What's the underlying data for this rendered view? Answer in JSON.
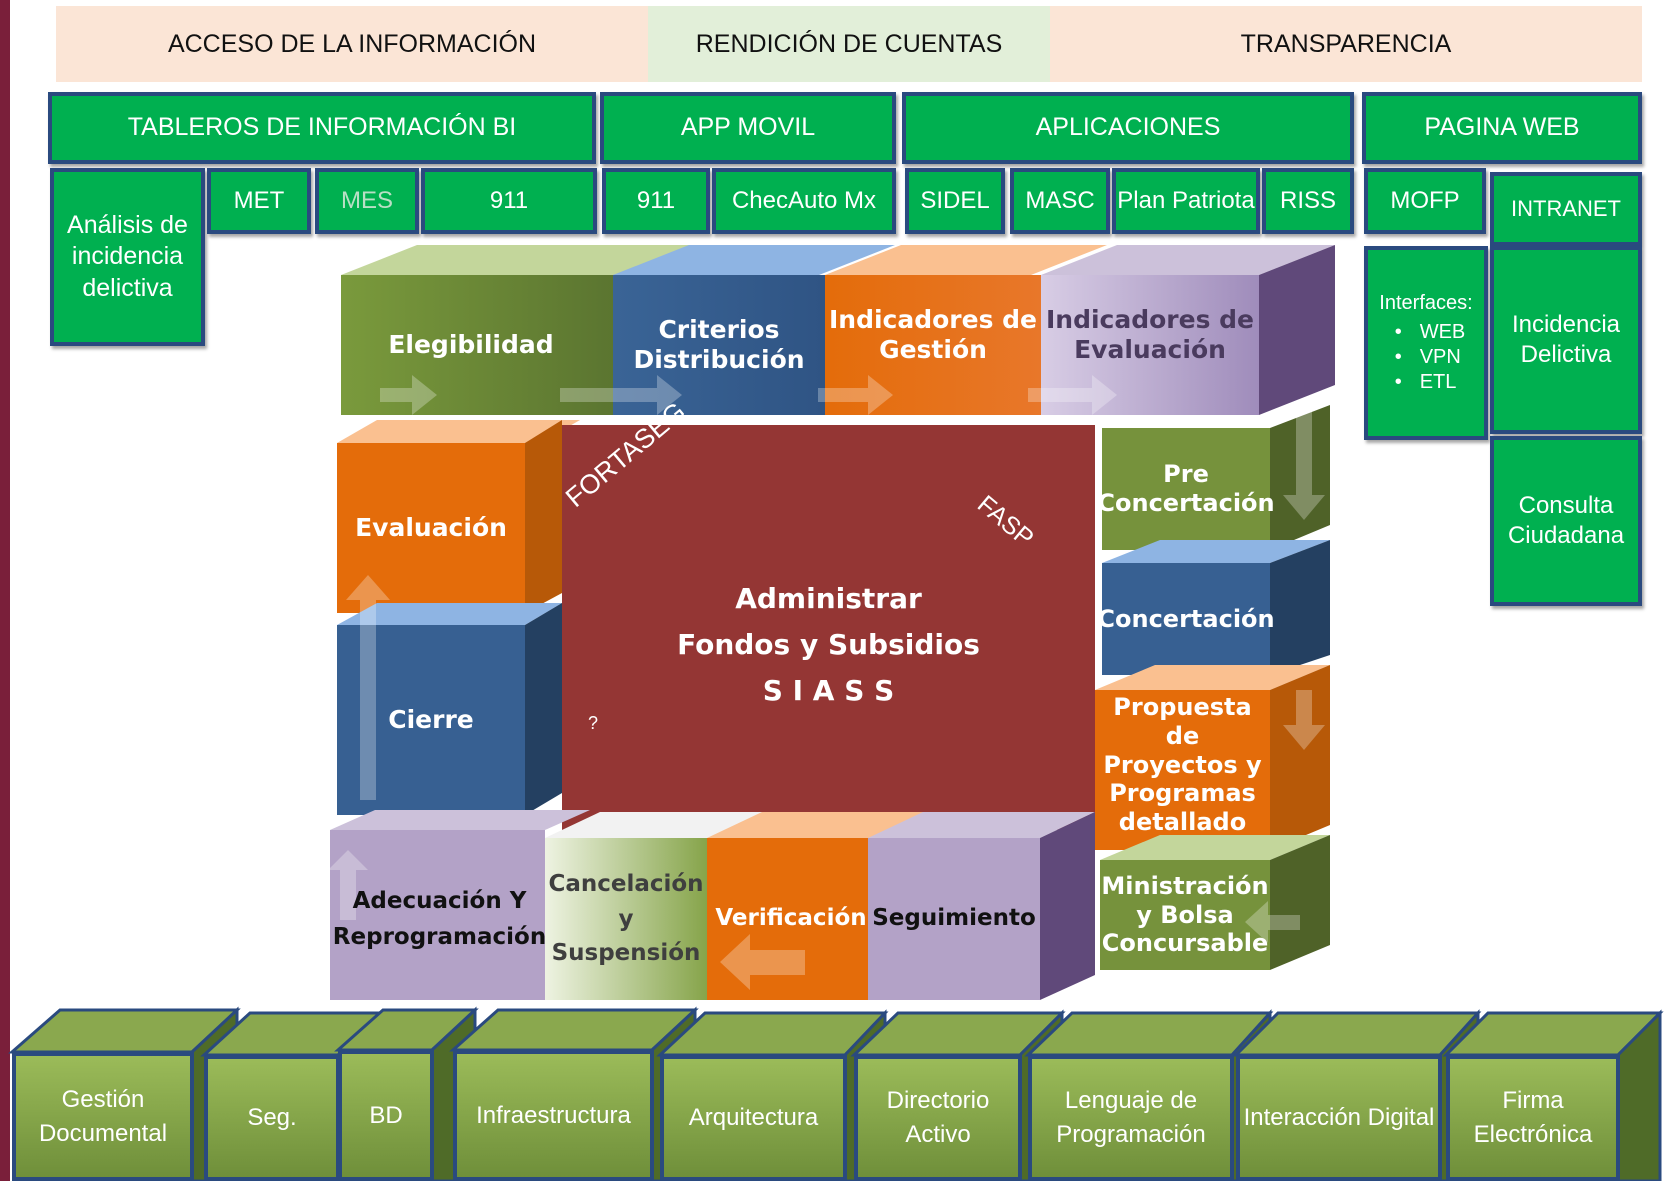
{
  "header": {
    "acceso": "ACCESO DE LA INFORMACIÓN",
    "rendicion": "RENDICIÓN DE CUENTAS",
    "transparencia": "TRANSPARENCIA"
  },
  "categories": {
    "tableros": "TABLEROS DE INFORMACIÓN BI",
    "app_movil": "APP MOVIL",
    "aplicaciones": "APLICACIONES",
    "pagina_web": "PAGINA WEB"
  },
  "subitems": {
    "analisis": "Análisis de incidencia delictiva",
    "met": "MET",
    "mes": "MES",
    "n911_bi": "911",
    "n911_app": "911",
    "checauto": "ChecAuto Mx",
    "sidel": "SIDEL",
    "masc": "MASC",
    "plan_patriota": "Plan Patriota",
    "riss": "RISS",
    "mofp": "MOFP",
    "intranet": "INTRANET"
  },
  "web_panel": {
    "interfaces_title": "Interfaces:",
    "interfaces": [
      "WEB",
      "VPN",
      "ETL"
    ],
    "incidencia": "Incidencia Delictiva",
    "consulta": "Consulta Ciudadana"
  },
  "center": {
    "line1": "Administrar",
    "line2": "Fondos y Subsidios",
    "line3": "S I A S S",
    "fortaseg": "FORTASEG",
    "fasp": "FASP",
    "small_mark": "?"
  },
  "process": {
    "elegibilidad": "Elegibilidad",
    "criterios": "Criterios Distribución",
    "ind_gestion": "Indicadores de Gestión",
    "ind_evaluacion": "Indicadores de Evaluación",
    "pre_concertacion": "Pre Concertación",
    "concertacion": "Concertación",
    "propuesta": "Propuesta de Proyectos y Programas detallado",
    "ministracion": "Ministración y Bolsa Concursable",
    "seguimiento": "Seguimiento",
    "verificacion": "Verificación",
    "cancelacion": "Cancelación y Suspensión",
    "adecuacion": "Adecuación Y Reprogramación",
    "cierre": "Cierre",
    "evaluacion": "Evaluación"
  },
  "infrastructure": [
    "Gestión Documental",
    "Seg.",
    "BD",
    "Infraestructura",
    "Arquitectura",
    "Directorio Activo",
    "Lenguaje de Programación",
    "Interacción Digital",
    "Firma Electrónica"
  ],
  "colors": {
    "green_box": "#00b050",
    "border_blue": "#2a4a7f",
    "center_red": "#943634",
    "olive": "#76923c",
    "steel_blue": "#376092",
    "orange": "#e46c0a",
    "lavender": "#b3a2c7"
  }
}
